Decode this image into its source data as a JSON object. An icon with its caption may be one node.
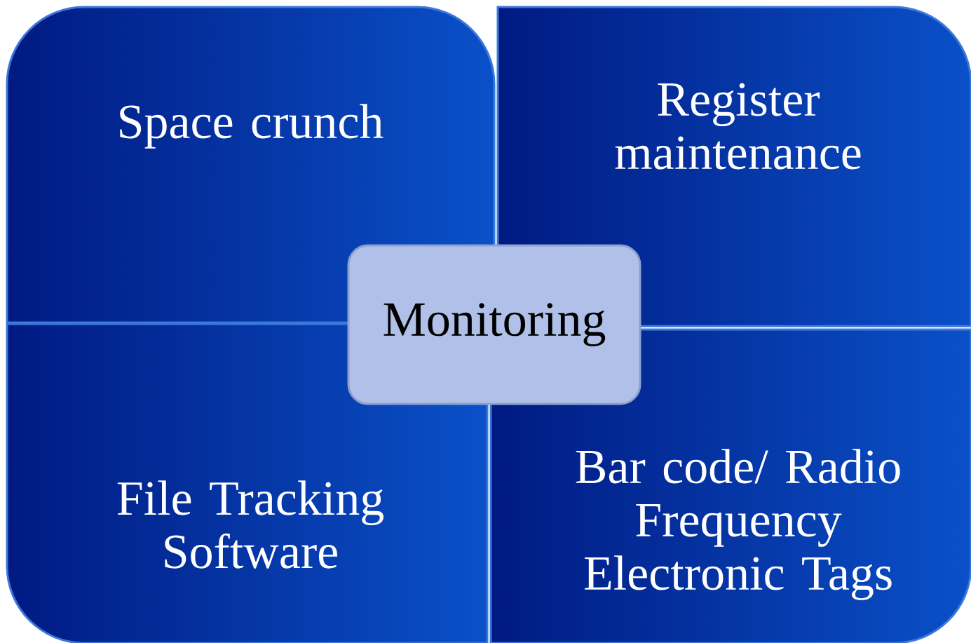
{
  "diagram": {
    "nodes": [
      {
        "text": [
          "Space crunch"
        ]
      },
      {
        "text": [
          "Register maintenance"
        ]
      },
      {
        "text": [
          "Monitoring"
        ]
      },
      {
        "text": [
          "File Tracking Software"
        ]
      },
      {
        "text": [
          "Bar code/ Radio Frequency Electronic Tags"
        ]
      }
    ]
  }
}
